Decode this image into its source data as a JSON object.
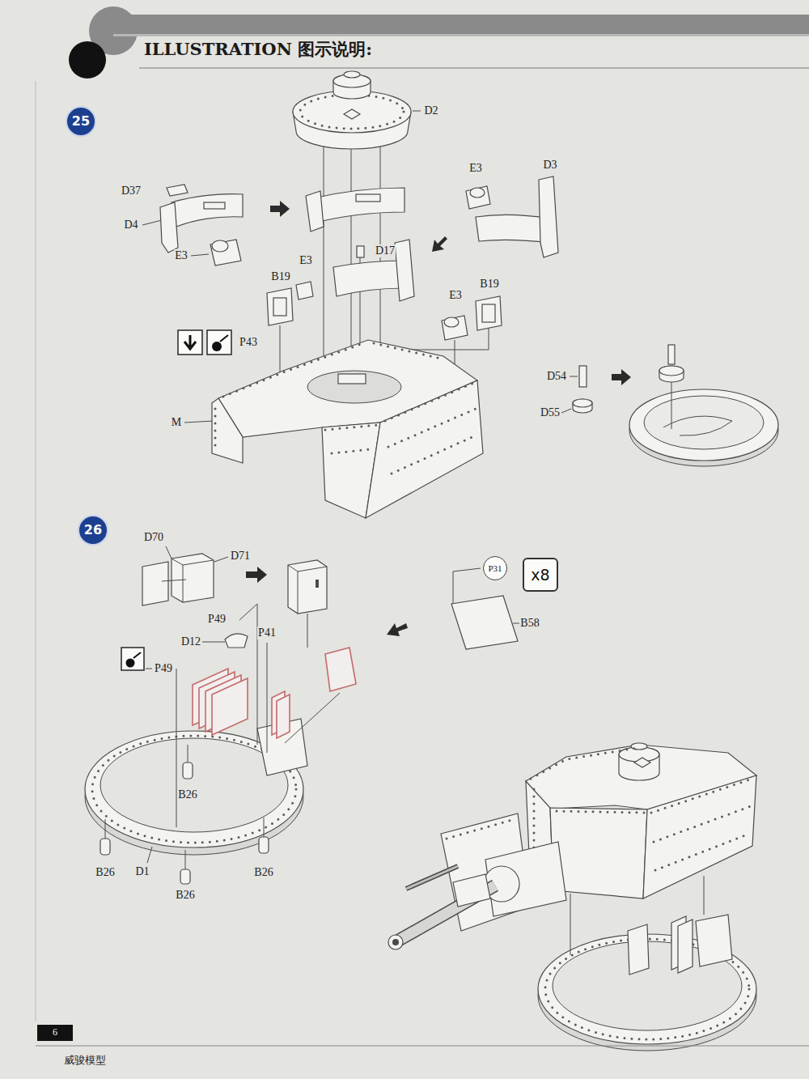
{
  "diagram": {
    "title": "ILLUSTRATION 图示说明:",
    "nodes": [
      {
        "text": [
          "25"
        ]
      },
      {
        "text": [
          "26"
        ]
      },
      {
        "text": [
          "P31"
        ]
      },
      {
        "text": [
          "x8"
        ]
      }
    ],
    "labels": [
      "D2",
      "D37",
      "E3",
      "D3",
      "D4",
      "E3",
      "D17",
      "E3",
      "B19",
      "B19",
      "E3",
      "P43",
      "M",
      "D54",
      "D55",
      "D70",
      "D71",
      "P49",
      "D12",
      "P41",
      "P49",
      "B26",
      "D1",
      "B26",
      "B26",
      "B26",
      "B58",
      "6",
      "威骏模型"
    ]
  }
}
